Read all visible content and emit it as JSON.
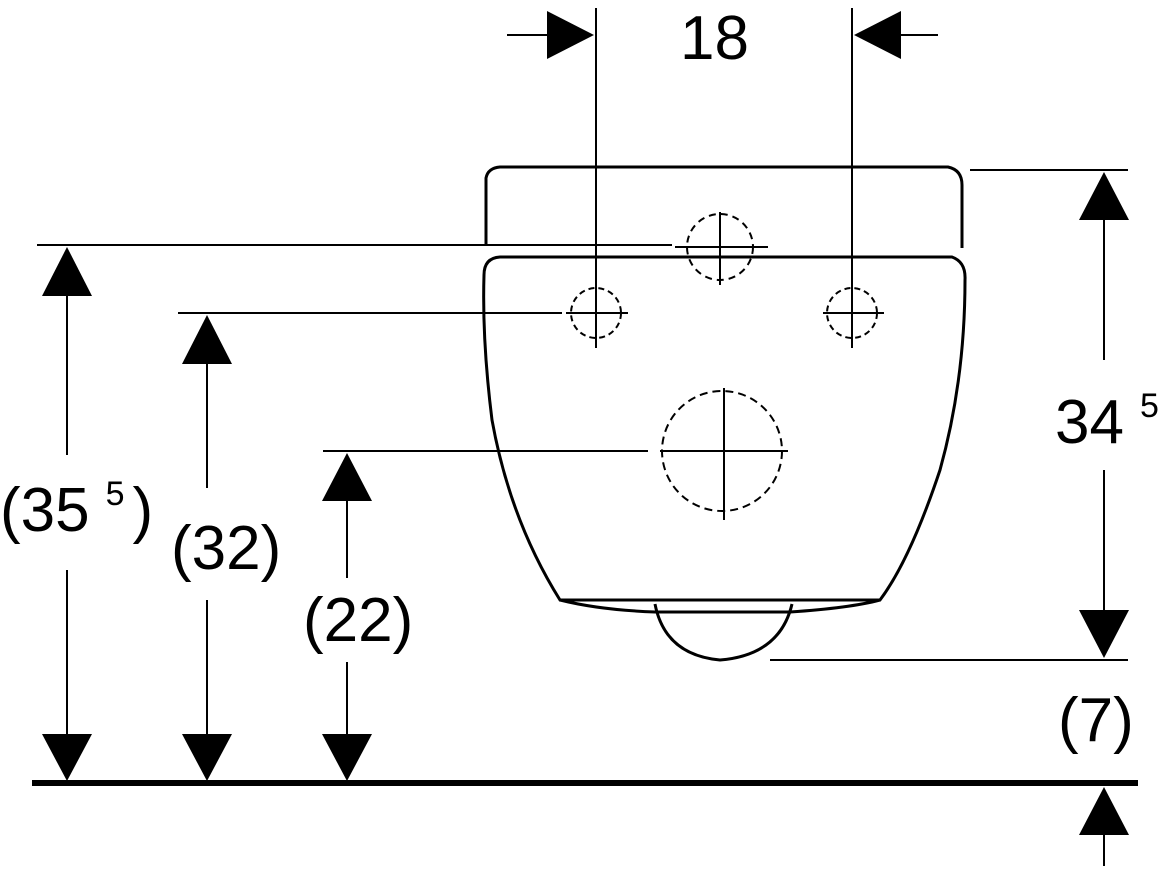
{
  "dimensions": {
    "width_top": {
      "value": "18"
    },
    "height_total": {
      "value": "34",
      "sup": "5"
    },
    "height_35": {
      "open": "(35",
      "sup": "5",
      "close": ")"
    },
    "height_32": {
      "value": "(32)"
    },
    "height_22": {
      "value": "(22)"
    },
    "height_7": {
      "value": "(7)"
    }
  },
  "colors": {
    "ink": "#000000",
    "background": "#ffffff"
  }
}
